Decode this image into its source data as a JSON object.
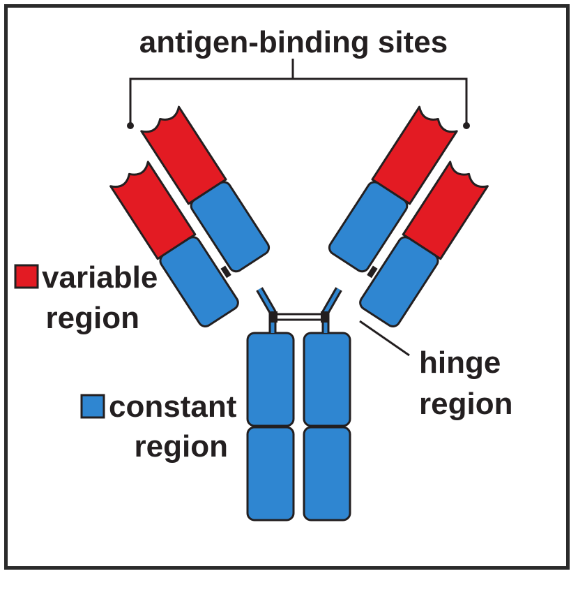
{
  "labels": {
    "title": "antigen-binding sites",
    "variable_line1": "variable",
    "variable_line2": "region",
    "constant_line1": "constant",
    "constant_line2": "region",
    "hinge_line1": "hinge",
    "hinge_line2": "region"
  },
  "colors": {
    "variable": "#e31b23",
    "constant": "#2f86d1",
    "outline": "#231f20",
    "background": "#ffffff"
  }
}
